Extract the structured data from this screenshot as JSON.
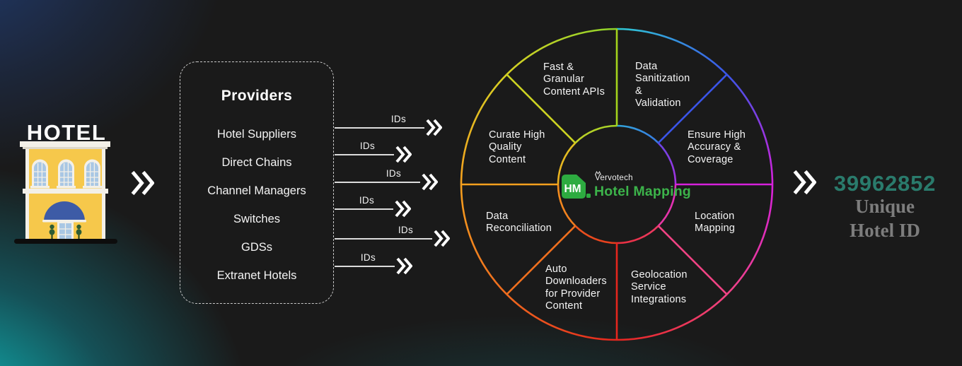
{
  "background": {
    "base": "#1a1a1a",
    "glow_top_left": "#22407c",
    "glow_bottom_left": "#0ec4c4"
  },
  "hotel": {
    "sign": "HOTEL",
    "body_color": "#f6c84b",
    "awning_color": "#3d5ba6"
  },
  "providers": {
    "title": "Providers",
    "items": [
      "Hotel Suppliers",
      "Direct Chains",
      "Channel Managers",
      "Switches",
      "GDSs",
      "Extranet Hotels"
    ]
  },
  "id_arrows": {
    "label": "IDs",
    "count": 6
  },
  "wheel": {
    "segments": [
      {
        "lines": [
          "Fast &",
          "Granular",
          "Content APIs"
        ]
      },
      {
        "lines": [
          "Data",
          "Sanitization",
          "&",
          "Validation"
        ]
      },
      {
        "lines": [
          "Ensure High",
          "Accuracy &",
          "Coverage"
        ]
      },
      {
        "lines": [
          "Location",
          "Mapping"
        ]
      },
      {
        "lines": [
          "Geolocation",
          "Service",
          "Integrations"
        ]
      },
      {
        "lines": [
          "Auto",
          "Downloaders",
          "for Provider",
          "Content"
        ]
      },
      {
        "lines": [
          "Data",
          "Reconciliation"
        ]
      },
      {
        "lines": [
          "Curate High",
          "Quality",
          "Content"
        ]
      }
    ],
    "center": {
      "badge": "HM",
      "brand": "Vervotech",
      "product": "Hotel Mapping",
      "badge_green": "#2dab40",
      "brand_green": "#3cb34a"
    },
    "colors": {
      "corner": {
        "a0": "#2fcbd4",
        "a45": "#3b55e8",
        "a90": "#d621dc",
        "a135": "#f04384",
        "a180": "#e5261e",
        "a225": "#ee6a1e",
        "a270": "#f5a01e",
        "a315": "#d6d024",
        "a360": "#8ed32a"
      },
      "dividers": {
        "d0": "#a4d41c",
        "d45": "#3b55e8",
        "d90": "#d621dc",
        "d135": "#f04384",
        "d180": "#e5261e",
        "d225": "#ef6f1e",
        "d270": "#f5a01e",
        "d315": "#ccd322"
      }
    }
  },
  "result": {
    "number": "39962852",
    "line1": "Unique",
    "line2": "Hotel ID",
    "number_color": "#2a7b6c",
    "label_color": "#7d7d7d"
  }
}
